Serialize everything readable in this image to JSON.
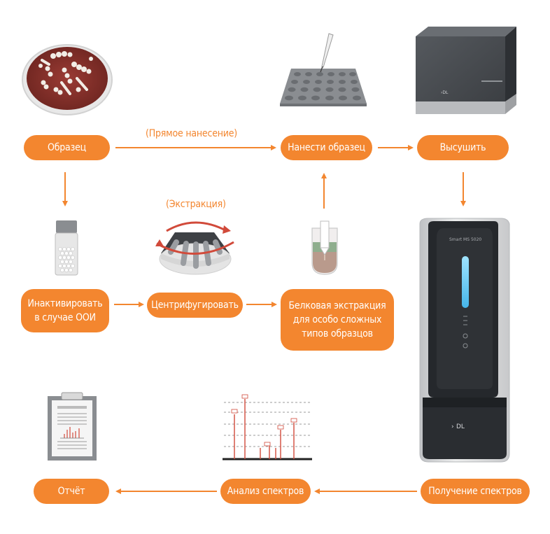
{
  "colors": {
    "accent": "#f3862f",
    "device_dark": "#2f3236",
    "device_light": "#d9dadc"
  },
  "steps": {
    "sample": "Образец",
    "apply": "Нанести образец",
    "dry": "Высушить",
    "inactivate_l1": "Инактивировать",
    "inactivate_l2": "в случае ООИ",
    "centrifuge": "Центрифугировать",
    "protein_l1": "Белковая экстракция",
    "protein_l2": "для особо сложных",
    "protein_l3": "типов образцов",
    "report": "Отчёт",
    "analysis": "Анализ спектров",
    "acquire": "Получение спектров"
  },
  "notes": {
    "direct": "(Прямое нанесение)",
    "extraction": "(Экстракция)"
  },
  "device": {
    "model_label": "Smart MS 5020",
    "logo": "DL"
  },
  "icons": [
    "petri-dish-icon",
    "target-plate-icon",
    "drying-device-icon",
    "vial-icon",
    "centrifuge-icon",
    "tube-icon",
    "report-icon",
    "spectrum-icon",
    "mass-spectrometer-icon"
  ]
}
